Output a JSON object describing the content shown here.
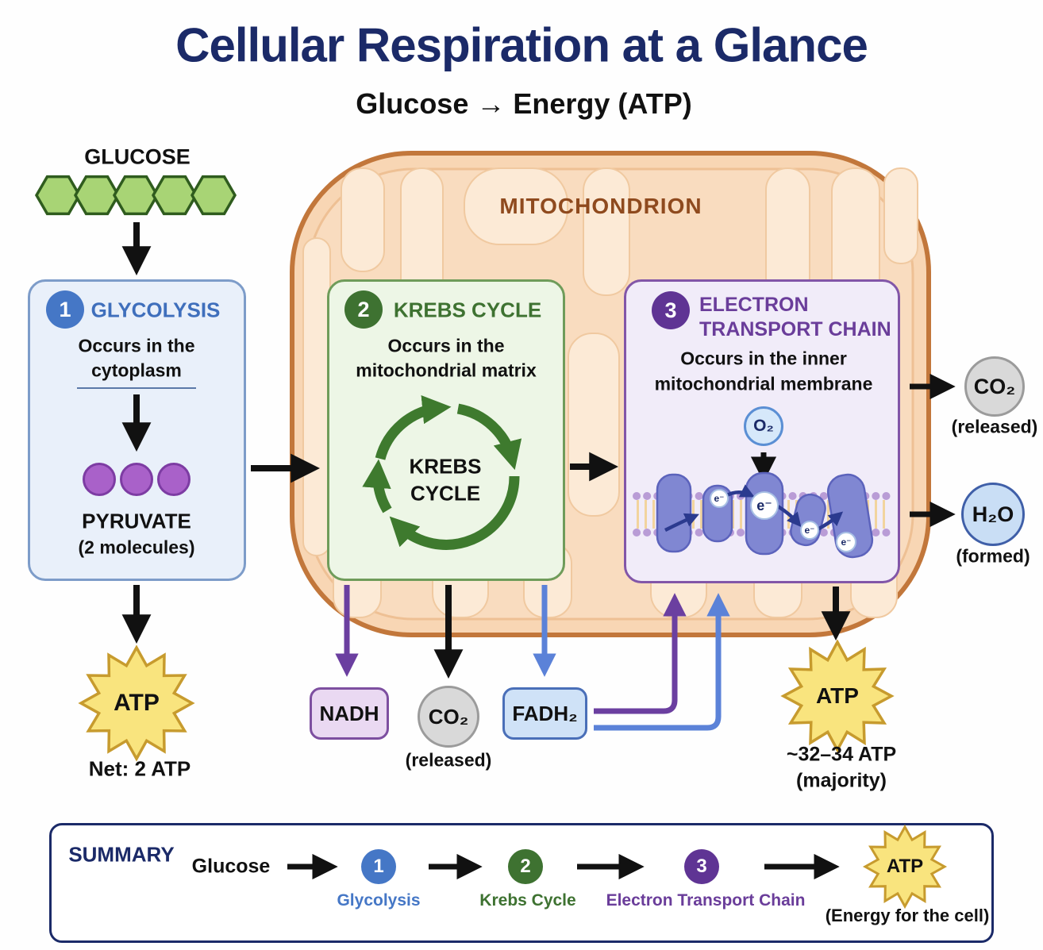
{
  "title": "Cellular Respiration at a Glance",
  "subtitle": "Glucose → Energy (ATP)",
  "glucose": {
    "label": "GLUCOSE"
  },
  "mitochondrion": {
    "label": "MITOCHONDRION"
  },
  "glycolysis": {
    "number": "1",
    "title": "GLYCOLYSIS",
    "location_line1": "Occurs in the",
    "location_line2": "cytoplasm",
    "product_label": "PYRUVATE",
    "product_note": "(2 molecules)",
    "atp_star_label": "ATP",
    "atp_note": "Net: 2 ATP"
  },
  "krebs": {
    "number": "2",
    "title": "KREBS CYCLE",
    "location_line1": "Occurs in the",
    "location_line2": "mitochondrial matrix",
    "cycle_label_line1": "KREBS",
    "cycle_label_line2": "CYCLE"
  },
  "etc": {
    "number": "3",
    "title_line1": "ELECTRON",
    "title_line2": "TRANSPORT CHAIN",
    "location_line1": "Occurs in the inner",
    "location_line2": "mitochondrial membrane",
    "o2_label": "O₂",
    "electron_label": "e⁻",
    "atp_star_label": "ATP",
    "atp_note_line1": "~32–34 ATP",
    "atp_note_line2": "(majority)"
  },
  "outputs": {
    "co2_label": "CO₂",
    "co2_note": "(released)",
    "h2o_label": "H₂O",
    "h2o_note": "(formed)",
    "nadh_label": "NADH",
    "krebs_co2_label": "CO₂",
    "krebs_co2_note": "(released)",
    "fadh2_label": "FADH₂"
  },
  "summary": {
    "heading": "SUMMARY",
    "start_label": "Glucose",
    "steps": [
      {
        "number": "1",
        "label": "Glycolysis"
      },
      {
        "number": "2",
        "label": "Krebs Cycle"
      },
      {
        "number": "3",
        "label": "Electron Transport Chain"
      }
    ],
    "atp_star_label": "ATP",
    "atp_note": "(Energy for the cell)"
  },
  "colors": {
    "title_navy": "#1b2a68",
    "glycolysis_blue": "#3f6fbc",
    "krebs_green": "#3e7231",
    "etc_purple": "#6a3d9a",
    "mito_fill": "#f8d6b4",
    "mito_border": "#c2773b",
    "mito_label_brown": "#8f4a1e",
    "atp_star_yellow": "#f9e47e",
    "atp_star_border": "#c79b2e",
    "pyruvate_purple": "#a961c9",
    "nadh_fill": "#ead9f2",
    "fadh2_fill": "#cfe2f7",
    "co2_grey": "#d9d9d9",
    "h2o_blue": "#c9def5",
    "arrow_black": "#111111",
    "arrow_purple": "#6b3fa0",
    "arrow_blue": "#5b82d8",
    "glucose_hex_green": "#a8d475"
  }
}
